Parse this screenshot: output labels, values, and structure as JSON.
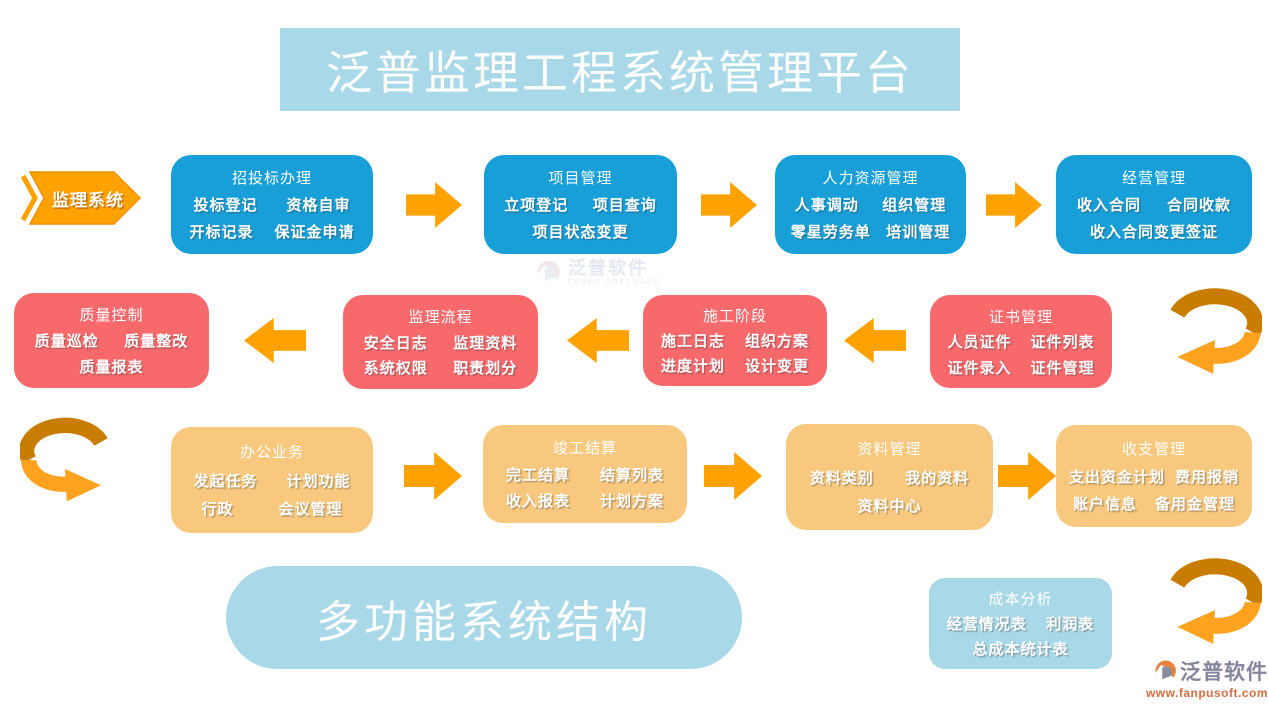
{
  "banner": {
    "title": "泛普监理工程系统管理平台"
  },
  "start_badge": {
    "label": "监理系统"
  },
  "row1": {
    "boxes": [
      {
        "title": "招投标办理",
        "cells": [
          "投标登记",
          "资格自审",
          "开标记录",
          "保证金申请"
        ]
      },
      {
        "title": "项目管理",
        "cells": [
          "立项登记",
          "项目查询",
          "项目状态变更"
        ]
      },
      {
        "title": "人力资源管理",
        "cells": [
          "人事调动",
          "组织管理",
          "零星劳务单",
          "培训管理"
        ]
      },
      {
        "title": "经营管理",
        "cells": [
          "收入合同",
          "合同收款",
          "收入合同变更签证"
        ]
      }
    ]
  },
  "row2": {
    "boxes": [
      {
        "title": "质量控制",
        "cells": [
          "质量巡检",
          "质量整改",
          "质量报表"
        ]
      },
      {
        "title": "监理流程",
        "cells": [
          "安全日志",
          "监理资料",
          "系统权限",
          "职责划分"
        ]
      },
      {
        "title": "施工阶段",
        "cells": [
          "施工日志",
          "组织方案",
          "进度计划",
          "设计变更"
        ]
      },
      {
        "title": "证书管理",
        "cells": [
          "人员证件",
          "证件列表",
          "证件录入",
          "证件管理"
        ]
      }
    ]
  },
  "row3": {
    "boxes": [
      {
        "title": "办公业务",
        "cells": [
          "发起任务",
          "计划功能",
          "行政",
          "会议管理"
        ]
      },
      {
        "title": "竣工结算",
        "cells": [
          "完工结算",
          "结算列表",
          "收入报表",
          "计划方案"
        ]
      },
      {
        "title": "资料管理",
        "cells": [
          "资料类别",
          "我的资料",
          "资料中心"
        ]
      },
      {
        "title": "收支管理",
        "cells": [
          "支出资金计划",
          "费用报销",
          "账户信息",
          "备用金管理"
        ]
      }
    ]
  },
  "bottom": {
    "pill_label": "多功能系统结构",
    "cost_box": {
      "title": "成本分析",
      "cells": [
        "经营情况表",
        "利润表",
        "总成本统计表"
      ]
    }
  },
  "watermark": {
    "name": "泛普软件",
    "subtitle": "FANPU SOFTWARE"
  },
  "footer_logo": {
    "name": "泛普软件",
    "url": "www.fanpusoft.com"
  },
  "colors": {
    "banner_blue": "#a9d9e8",
    "box_blue": "#189fd8",
    "box_red": "#f8696c",
    "box_tan": "#f8c87e",
    "arrow_orange": "#ffa200",
    "arrow_dark": "#c87d00",
    "logo_gray": "#84859c",
    "logo_url_orange": "#d96c3f"
  }
}
